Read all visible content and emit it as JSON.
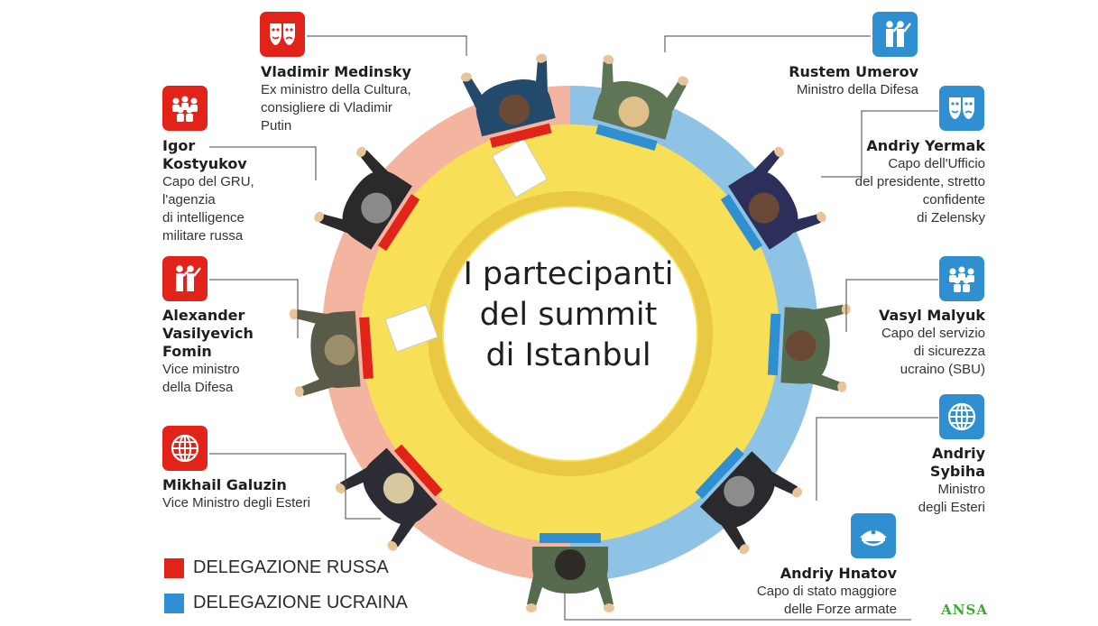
{
  "colors": {
    "russia": "#e2231a",
    "ukraine": "#2f8fd0",
    "table": "#f7df57",
    "table_inner_ring": "#e9c944",
    "ring_russia": "#f4b5a0",
    "ring_ukraine": "#8ec3e6"
  },
  "title_lines": [
    "I partecipanti",
    "del summit",
    "di Istanbul"
  ],
  "russia": [
    {
      "name_lines": [
        "Vladimir Medinsky"
      ],
      "role_lines": [
        "Ex ministro della Cultura,",
        "consigliere di Vladimir",
        "Putin"
      ],
      "icon": "masks-icon"
    },
    {
      "name_lines": [
        "Igor",
        "Kostyukov"
      ],
      "role_lines": [
        "Capo del GRU,",
        "l'agenzia",
        "di intelligence",
        "militare russa"
      ],
      "icon": "crowd-icon"
    },
    {
      "name_lines": [
        "Alexander",
        "Vasilyevich",
        "Fomin"
      ],
      "role_lines": [
        "Vice ministro",
        "della Difesa"
      ],
      "icon": "soldiers-icon"
    },
    {
      "name_lines": [
        "Mikhail Galuzin"
      ],
      "role_lines": [
        "Vice Ministro degli Esteri"
      ],
      "icon": "globe-icon"
    }
  ],
  "ukraine": [
    {
      "name_lines": [
        "Rustem Umerov"
      ],
      "role_lines": [
        "Ministro della Difesa"
      ],
      "icon": "soldiers-icon"
    },
    {
      "name_lines": [
        "Andriy Yermak"
      ],
      "role_lines": [
        "Capo dell'Ufficio",
        "del presidente, stretto",
        "confidente",
        "di Zelensky"
      ],
      "icon": "masks-icon"
    },
    {
      "name_lines": [
        "Vasyl Malyuk"
      ],
      "role_lines": [
        "Capo del servizio",
        "di sicurezza",
        "ucraino (SBU)"
      ],
      "icon": "crowd-icon"
    },
    {
      "name_lines": [
        "Andriy",
        "Sybiha"
      ],
      "role_lines": [
        "Ministro",
        "degli Esteri"
      ],
      "icon": "globe-icon"
    },
    {
      "name_lines": [
        "Andriy Hnatov"
      ],
      "role_lines": [
        "Capo di stato maggiore",
        "delle Forze armate"
      ],
      "icon": "military-cap-icon"
    }
  ],
  "legend": [
    {
      "label": "DELEGAZIONE RUSSA",
      "color": "#e2231a"
    },
    {
      "label": "DELEGAZIONE UCRAINA",
      "color": "#2f8fd0"
    }
  ],
  "source": "ANSA"
}
